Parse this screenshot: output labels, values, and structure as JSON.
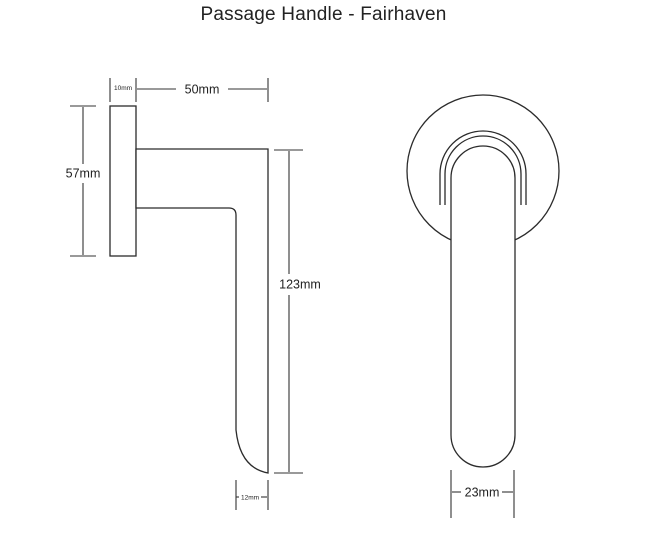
{
  "title": "Passage Handle - Fairhaven",
  "dimensions": {
    "rose_thickness": "10mm",
    "projection": "50mm",
    "rose_height": "57mm",
    "lever_length": "123mm",
    "lever_tip_width": "12mm",
    "lever_width": "23mm"
  },
  "colors": {
    "line": "#2b2b2b",
    "text": "#222222",
    "background": "#ffffff"
  }
}
